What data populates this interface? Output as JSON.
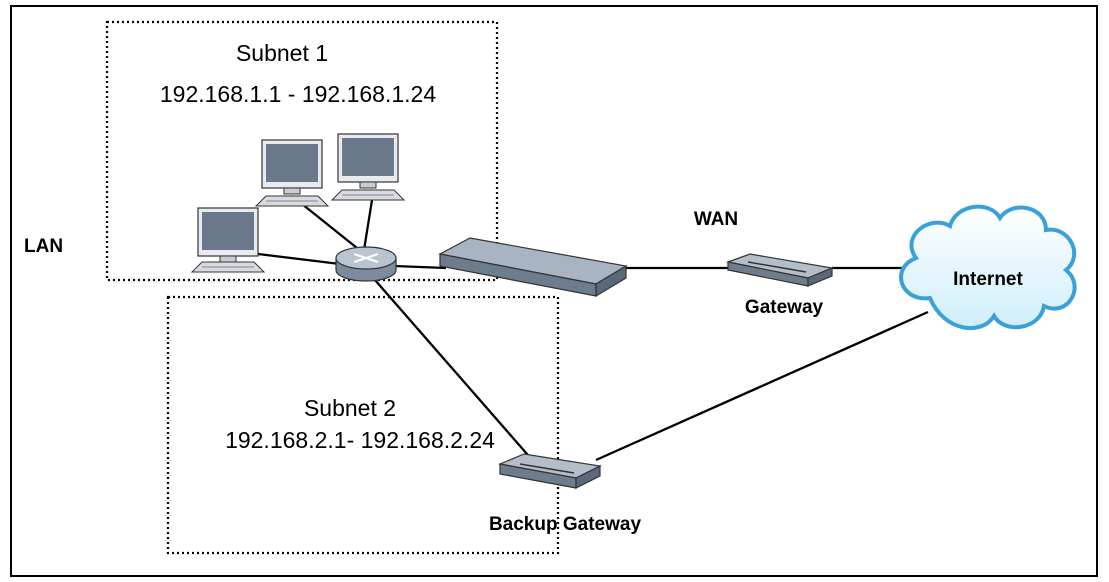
{
  "subnet_1": {
    "title": "Subnet 1",
    "range": "192.168.1.1 - 192.168.1.24"
  },
  "subnet_2": {
    "title": "Subnet 2",
    "range": "192.168.2.1- 192.168.2.24"
  },
  "labels": {
    "lan": "LAN",
    "wan": "WAN",
    "gateway": "Gateway",
    "backup_gateway": "Backup Gateway",
    "internet": "Internet"
  },
  "colors": {
    "monitor_screen": "#6a7a8c",
    "device_body": "#8a98a8",
    "cloud_fill": "#e4f4fc",
    "cloud_stroke": "#3aa0d8"
  }
}
